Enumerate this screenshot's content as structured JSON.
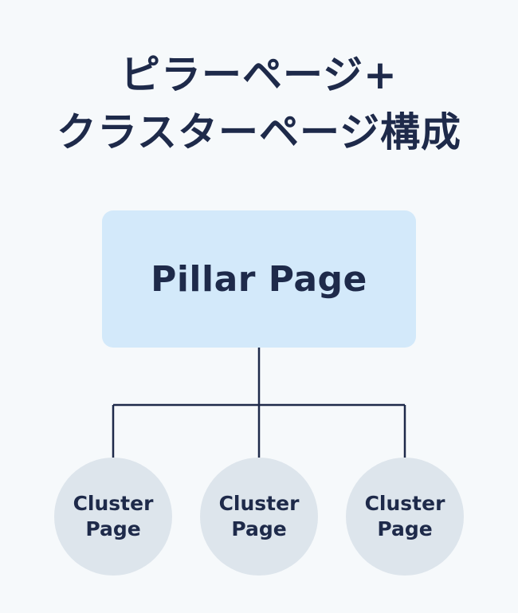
{
  "title": {
    "line1": "ピラーページ+",
    "line2": "クラスターページ構成"
  },
  "pillar": {
    "label": "Pillar Page"
  },
  "clusters": [
    {
      "line1": "Cluster",
      "line2": "Page"
    },
    {
      "line1": "Cluster",
      "line2": "Page"
    },
    {
      "line1": "Cluster",
      "line2": "Page"
    }
  ],
  "colors": {
    "background": "#f6f9fb",
    "text": "#1e2a4a",
    "pillar_fill": "#d3e9fa",
    "cluster_fill": "#dde5ec",
    "connector": "#1e2a4a"
  }
}
